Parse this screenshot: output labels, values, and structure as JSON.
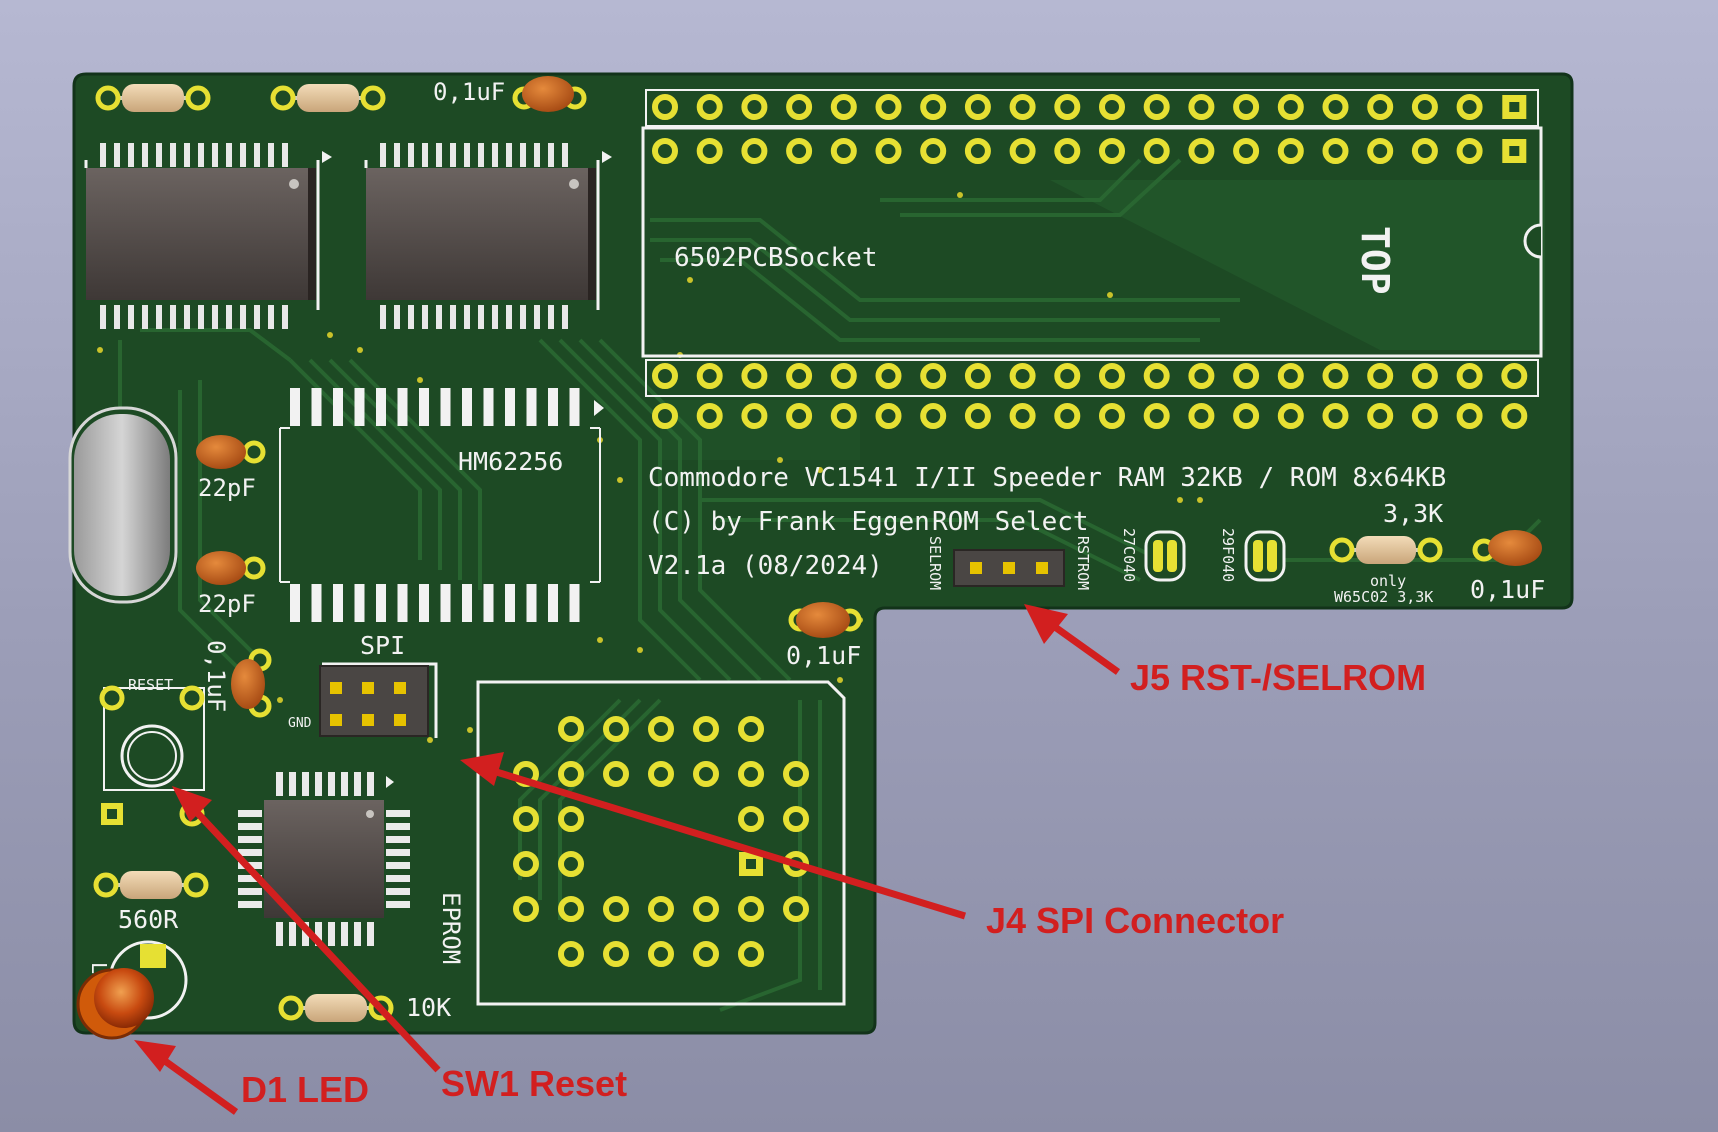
{
  "board": {
    "title_line1": "Commodore VC1541 I/II Speeder RAM 32KB / ROM 8x64KB",
    "title_line2": "(C) by Frank Eggen",
    "title_line3": "V2.1a (08/2024)",
    "rom_select": "ROM Select",
    "socket": "6502PCBSocket",
    "top": "TOP",
    "ram_chip": "HM62256",
    "eprom": "EPROM",
    "spi": "SPI",
    "gnd": "GND",
    "reset": "RESET",
    "led": "LED",
    "selrom": "SELROM",
    "rstrom": "RSTROM",
    "jp_27c040": "27C040",
    "jp_29f040": "29F040",
    "cap_top": "0,1uF",
    "cap_22pf_a": "22pF",
    "cap_22pf_b": "22pF",
    "cap_reset": "0,1uF",
    "cap_mid": "0,1uF",
    "cap_right": "0,1uF",
    "res_33k": "3,3K",
    "res_note_1": "only",
    "res_note_2": "W65C02 3,3K",
    "res_560": "560R",
    "res_10k": "10K"
  },
  "callouts": {
    "j5": "J5 RST-/SELROM",
    "j4": "J4 SPI Connector",
    "d1": "D1 LED",
    "sw1": "SW1 Reset"
  },
  "colors": {
    "pcb": "#1f4d26",
    "pad": "#e6e033",
    "silk": "#f2f2f2",
    "callout": "#d21f1f"
  }
}
